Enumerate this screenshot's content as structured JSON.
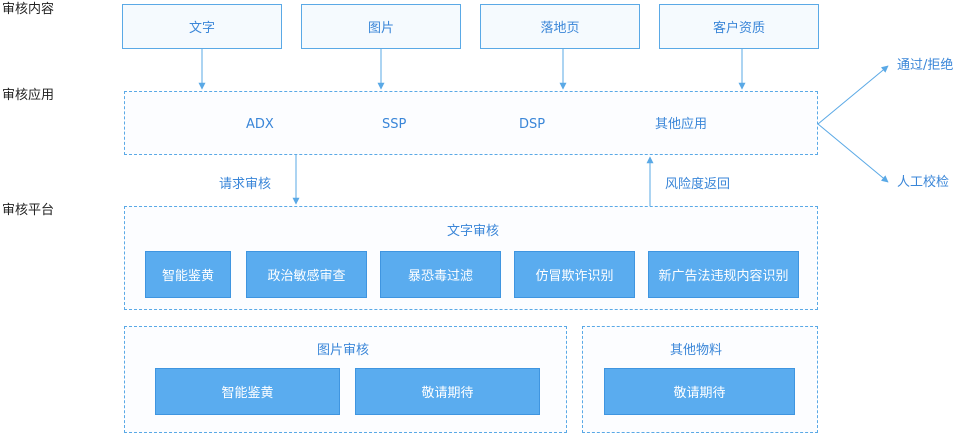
{
  "sections": {
    "content": "审核内容",
    "application": "审核应用",
    "platform": "审核平台"
  },
  "sources": [
    "文字",
    "图片",
    "落地页",
    "客户资质"
  ],
  "apps": [
    "ADX",
    "SSP",
    "DSP",
    "其他应用"
  ],
  "flows": {
    "request": "请求审核",
    "return": "风险度返回"
  },
  "outcomes": {
    "pass_reject": "通过/拒绝",
    "manual_check": "人工校检"
  },
  "text_review": {
    "title": "文字审核",
    "items": [
      "智能鉴黄",
      "政治敏感审查",
      "暴恐毒过滤",
      "仿冒欺诈识别",
      "新广告法违规内容识别"
    ]
  },
  "image_review": {
    "title": "图片审核",
    "items": [
      "智能鉴黄",
      "敬请期待"
    ]
  },
  "other_material": {
    "title": "其他物料",
    "items": [
      "敬请期待"
    ]
  },
  "colors": {
    "accent": "#5aa9e6",
    "text_accent": "#3a86d8",
    "fill": "#5aacef"
  }
}
